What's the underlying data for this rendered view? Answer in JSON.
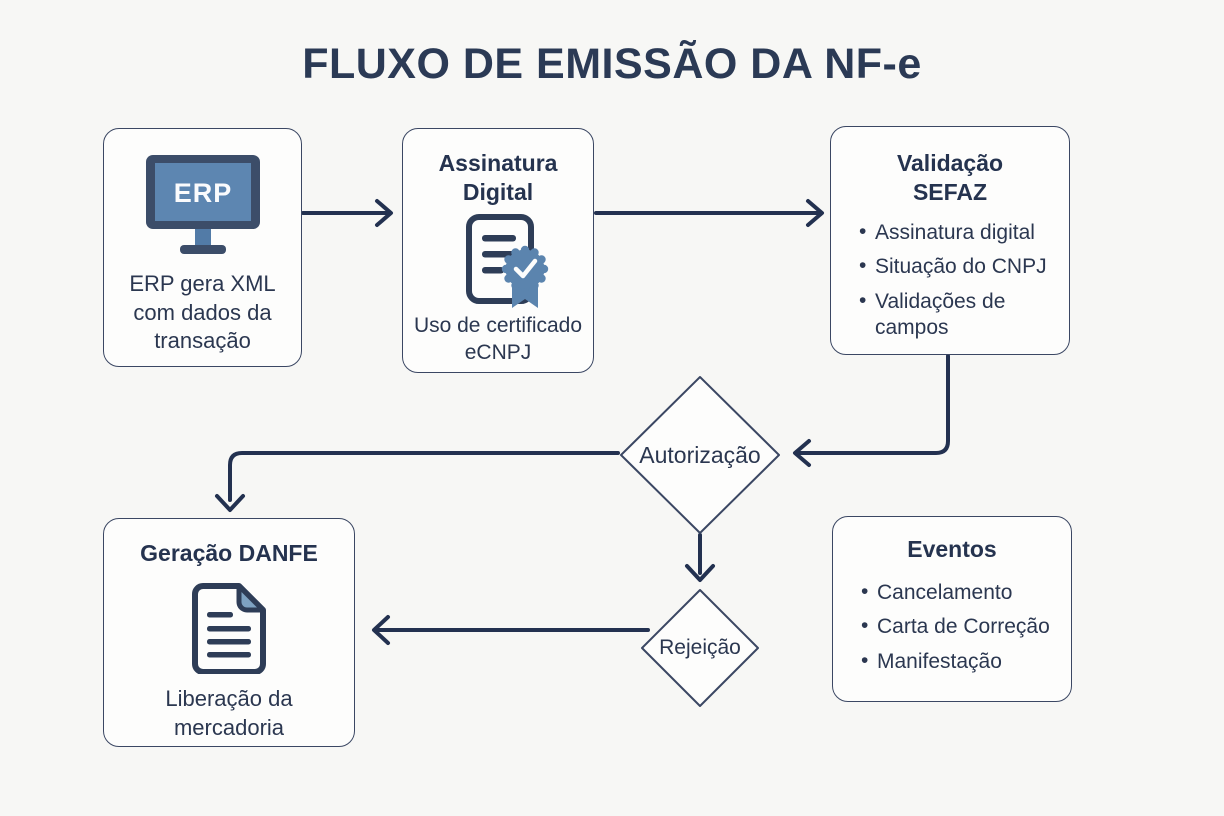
{
  "title": "FLUXO DE EMISSÃO DA NF-e",
  "colors": {
    "background": "#f7f7f5",
    "node_fill": "#fdfdfc",
    "node_border": "#3b4763",
    "connector": "#233150",
    "heading_text": "#25334f",
    "body_text": "#2b3750",
    "accent_blue": "#5b84ae",
    "accent_blue_light": "#7ea2c2",
    "icon_stroke": "#2e3d57"
  },
  "nodes": {
    "erp": {
      "icon_label": "ERP",
      "description": "ERP gera XML com dados da transação"
    },
    "assinatura": {
      "title": "Assinatura Digital",
      "description": "Uso de certificado eCNPJ"
    },
    "sefaz": {
      "title": "Validação SEFAZ",
      "items": [
        "Assinatura digital",
        "Situação do CNPJ",
        "Validações de campos"
      ]
    },
    "autorizacao": {
      "label": "Autorização"
    },
    "rejeicao": {
      "label": "Rejeição"
    },
    "danfe": {
      "title": "Geração DANFE",
      "description": "Liberação da mercadoria"
    },
    "eventos": {
      "title": "Eventos",
      "items": [
        "Cancelamento",
        "Carta de Correção",
        "Manifestação"
      ]
    }
  }
}
